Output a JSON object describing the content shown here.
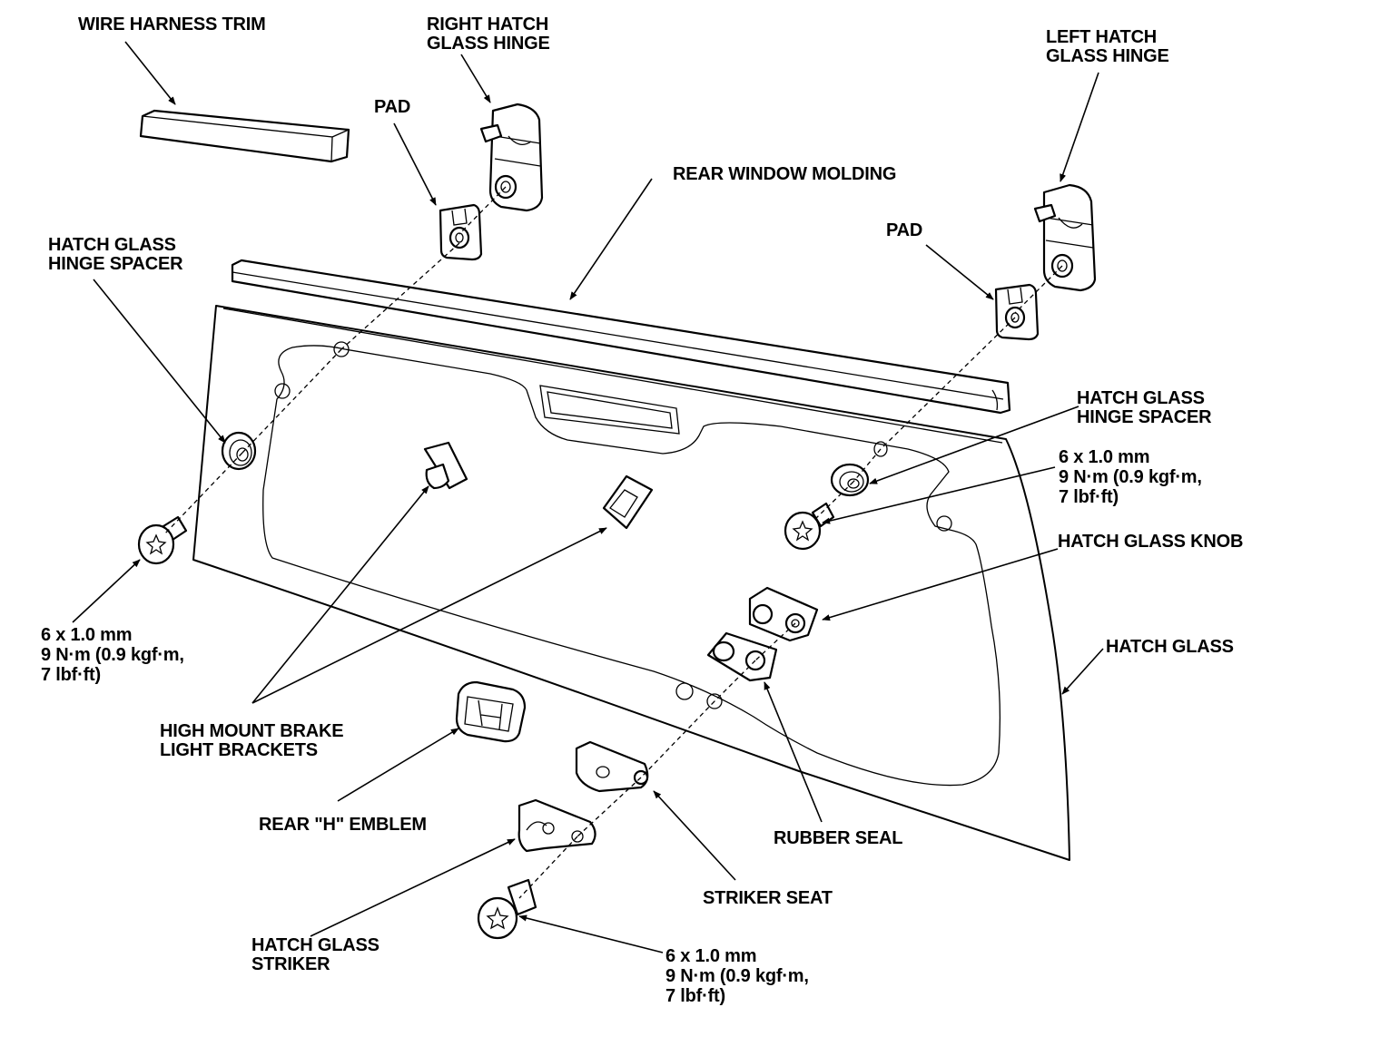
{
  "labels": {
    "wire_harness_trim": "WIRE HARNESS TRIM",
    "right_hinge": [
      "RIGHT HATCH",
      "GLASS HINGE"
    ],
    "left_hinge": [
      "LEFT HATCH",
      "GLASS HINGE"
    ],
    "pad_left": "PAD",
    "pad_right": "PAD",
    "rear_window_molding": "REAR WINDOW MOLDING",
    "hinge_spacer_left": [
      "HATCH GLASS",
      "HINGE SPACER"
    ],
    "hinge_spacer_right": [
      "HATCH GLASS",
      "HINGE SPACER"
    ],
    "torque_right": [
      "6 x 1.0 mm",
      "9 N·m (0.9 kgf·m,",
      "7 lbf·ft)"
    ],
    "hatch_glass_knob": "HATCH GLASS KNOB",
    "hatch_glass": "HATCH GLASS",
    "torque_left": [
      "6 x 1.0 mm",
      "9 N·m (0.9 kgf·m,",
      "7 lbf·ft)"
    ],
    "brake_light_brackets": [
      "HIGH MOUNT BRAKE",
      "LIGHT BRACKETS"
    ],
    "rear_h_emblem": "REAR \"H\" EMBLEM",
    "rubber_seal": "RUBBER SEAL",
    "striker_seat": "STRIKER SEAT",
    "hatch_glass_striker": [
      "HATCH GLASS",
      "STRIKER"
    ],
    "torque_bottom": [
      "6 x 1.0 mm",
      "9 N·m (0.9 kgf·m,",
      "7 lbf·ft)"
    ]
  }
}
